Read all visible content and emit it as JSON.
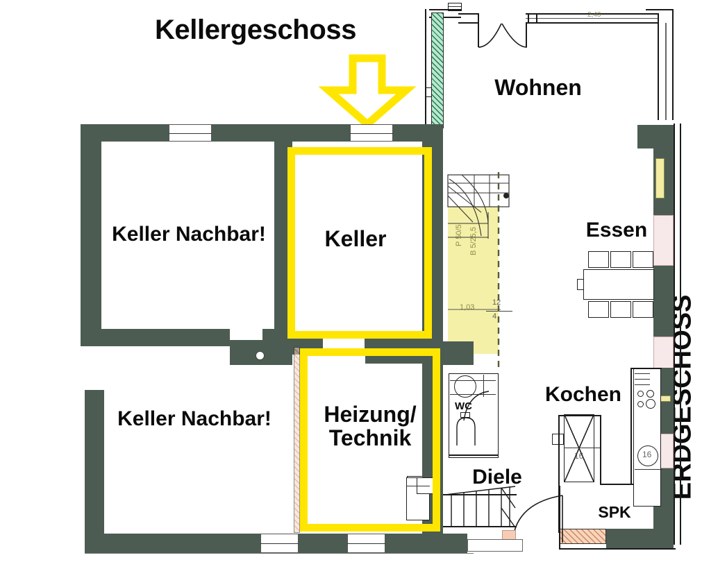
{
  "plan": {
    "title": "Kellergeschoss",
    "side_title": "ERDGESCHOSS",
    "arrow_icon": "down-arrow-icon",
    "colors": {
      "highlight": "#FFE600",
      "wall": "#4c5c52",
      "stair_fill": "#f4f0a8",
      "insulation_green": "#1f7a4d",
      "threshold_salmon": "#f6cdb4"
    }
  },
  "basement": {
    "rooms": [
      {
        "name": "keller-nachbar-upper",
        "label": "Keller Nachbar!",
        "highlighted": false
      },
      {
        "name": "keller",
        "label": "Keller",
        "highlighted": true
      },
      {
        "name": "keller-nachbar-lower",
        "label": "Keller Nachbar!",
        "highlighted": false
      },
      {
        "name": "heizung-technik",
        "label": "Heizung/\nTechnik",
        "label_line1": "Heizung/",
        "label_line2": "Technik",
        "highlighted": true
      }
    ]
  },
  "ground_floor": {
    "rooms": [
      {
        "name": "wohnen",
        "label": "Wohnen"
      },
      {
        "name": "essen",
        "label": "Essen"
      },
      {
        "name": "kochen",
        "label": "Kochen"
      },
      {
        "name": "spk",
        "label": "SPK"
      },
      {
        "name": "diele",
        "label": "Diele"
      },
      {
        "name": "wc",
        "label": "WC"
      }
    ]
  },
  "annotations": {
    "stair_note_1": "P 50/5",
    "stair_note_2": "B 5/25,5",
    "stair_note_3": "1,03",
    "stair_dim_1": "12",
    "stair_dim_2": "4",
    "kitchen_note": "16",
    "spk_note": "16",
    "window_note": "2,40"
  }
}
